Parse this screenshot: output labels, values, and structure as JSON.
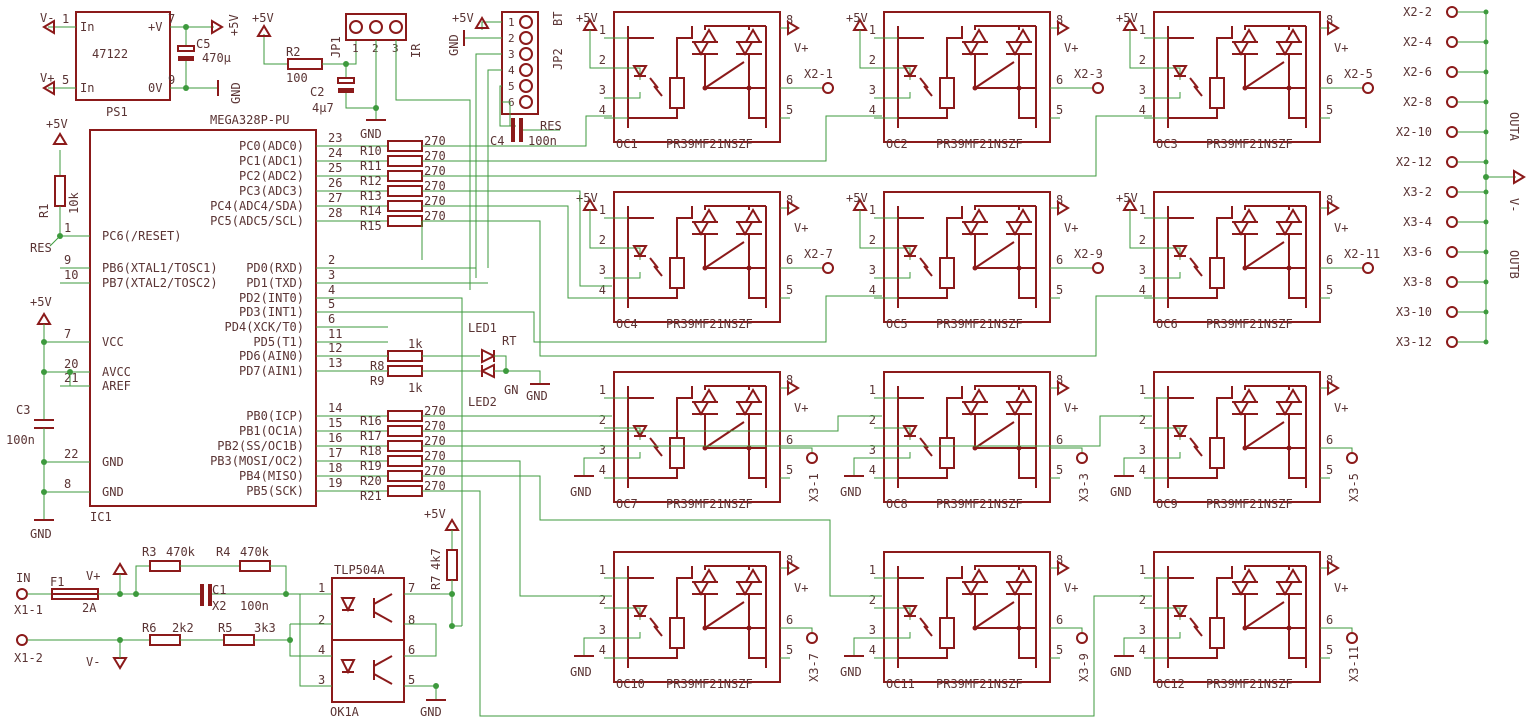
{
  "ps1": {
    "name": "PS1",
    "part": "47122",
    "pins": [
      "In",
      "+V",
      "In",
      "0V"
    ],
    "pin_nums": [
      "1",
      "7",
      "5",
      "9"
    ],
    "nets": [
      "V-",
      "+5V",
      "V+",
      "GND"
    ]
  },
  "c5": {
    "name": "C5",
    "value": "470μ"
  },
  "r2": {
    "name": "R2",
    "value": "100"
  },
  "c2": {
    "name": "C2",
    "value": "4μ7"
  },
  "jp1": {
    "name": "JP1",
    "label": "IR",
    "pins": [
      "1",
      "2",
      "3"
    ]
  },
  "jp2": {
    "name": "JP2",
    "label": "BT",
    "pins": [
      "1",
      "2",
      "3",
      "4",
      "5",
      "6"
    ]
  },
  "c4": {
    "name": "C4",
    "value": "100n",
    "net": "RES"
  },
  "mcu": {
    "name": "IC1",
    "part": "MEGA328P-PU",
    "left_pins": [
      {
        "num": "1",
        "name": "PC6(/RESET)"
      },
      {
        "num": "9",
        "name": "PB6(XTAL1/TOSC1)"
      },
      {
        "num": "10",
        "name": "PB7(XTAL2/TOSC2)"
      },
      {
        "num": "7",
        "name": "VCC"
      },
      {
        "num": "20",
        "name": "AVCC"
      },
      {
        "num": "21",
        "name": "AREF"
      },
      {
        "num": "22",
        "name": "GND"
      },
      {
        "num": "8",
        "name": "GND"
      }
    ],
    "right_pins": [
      {
        "num": "23",
        "name": "PC0(ADC0)"
      },
      {
        "num": "24",
        "name": "PC1(ADC1)"
      },
      {
        "num": "25",
        "name": "PC2(ADC2)"
      },
      {
        "num": "26",
        "name": "PC3(ADC3)"
      },
      {
        "num": "27",
        "name": "PC4(ADC4/SDA)"
      },
      {
        "num": "28",
        "name": "PC5(ADC5/SCL)"
      },
      {
        "num": "2",
        "name": "PD0(RXD)"
      },
      {
        "num": "3",
        "name": "PD1(TXD)"
      },
      {
        "num": "4",
        "name": "PD2(INT0)"
      },
      {
        "num": "5",
        "name": "PD3(INT1)"
      },
      {
        "num": "6",
        "name": "PD4(XCK/T0)"
      },
      {
        "num": "11",
        "name": "PD5(T1)"
      },
      {
        "num": "12",
        "name": "PD6(AIN0)"
      },
      {
        "num": "13",
        "name": "PD7(AIN1)"
      },
      {
        "num": "14",
        "name": "PB0(ICP)"
      },
      {
        "num": "15",
        "name": "PB1(OC1A)"
      },
      {
        "num": "16",
        "name": "PB2(SS/OC1B)"
      },
      {
        "num": "17",
        "name": "PB3(MOSI/OC2)"
      },
      {
        "num": "18",
        "name": "PB4(MISO)"
      },
      {
        "num": "19",
        "name": "PB5(SCK)"
      }
    ]
  },
  "r1": {
    "name": "R1",
    "value": "10k",
    "net": "RES"
  },
  "c3": {
    "name": "C3",
    "value": "100n"
  },
  "res_top": [
    "R10",
    "R11",
    "R12",
    "R13",
    "R14",
    "R15"
  ],
  "res_bot": [
    "R16",
    "R17",
    "R18",
    "R19",
    "R20",
    "R21"
  ],
  "res_value": "270",
  "leds": {
    "r8": "R8",
    "r9": "R9",
    "value": "1k",
    "led1": "LED1",
    "led1_color": "RT",
    "led2": "LED2",
    "led2_color": "GN"
  },
  "input": {
    "in_label": "IN",
    "x1_1": "X1-1",
    "x1_2": "X1-2",
    "f1": "F1",
    "f1_val": "2A",
    "r3": "R3",
    "r3_val": "470k",
    "r4": "R4",
    "r4_val": "470k",
    "c1": "C1",
    "c1_val": "100n",
    "x2": "X2",
    "r6": "R6",
    "r6_val": "2k2",
    "r5": "R5",
    "r5_val": "3k3",
    "r7": "R7",
    "r7_val": "4k7",
    "ok_part": "TLP504A",
    "ok_name": "OK1A",
    "vplus": "V+",
    "vminus": "V-"
  },
  "relay_part": "PR39MF21NSZF",
  "relays": [
    {
      "name": "OC1",
      "out": "X2-1"
    },
    {
      "name": "OC2",
      "out": "X2-3"
    },
    {
      "name": "OC3",
      "out": "X2-5"
    },
    {
      "name": "OC4",
      "out": "X2-7"
    },
    {
      "name": "OC5",
      "out": "X2-9"
    },
    {
      "name": "OC6",
      "out": "X2-11"
    },
    {
      "name": "OC7",
      "out": "X3-1"
    },
    {
      "name": "OC8",
      "out": "X3-3"
    },
    {
      "name": "OC9",
      "out": "X3-5"
    },
    {
      "name": "OC10",
      "out": "X3-7"
    },
    {
      "name": "OC11",
      "out": "X3-9"
    },
    {
      "name": "OC12",
      "out": "X3-11"
    }
  ],
  "connector": {
    "outa": [
      "X2-2",
      "X2-4",
      "X2-6",
      "X2-8",
      "X2-10",
      "X2-12"
    ],
    "outb": [
      "X3-2",
      "X3-4",
      "X3-6",
      "X3-8",
      "X3-10",
      "X3-12"
    ],
    "label_a": "OUTA",
    "label_b": "OUTB",
    "vminus": "V-"
  },
  "nets": {
    "p5v": "+5V",
    "gnd": "GND",
    "vplus": "V+",
    "vminus": "V-"
  }
}
